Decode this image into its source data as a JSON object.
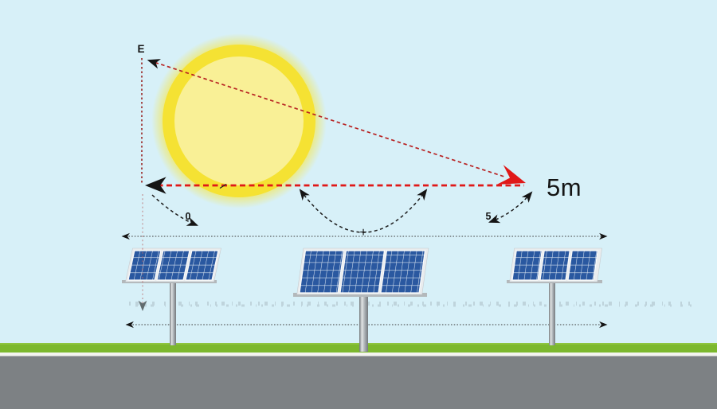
{
  "diagram": {
    "name": "Solar panel row spacing and sun elevation diagram",
    "labels": {
      "elevation_point": "E",
      "left_angle_marker": "0",
      "right_angle_marker": "5",
      "row_spacing_distance": "5m",
      "curve_center_marker": "+"
    },
    "colors": {
      "sky": "#d7f0f8",
      "sun_outer_ring": "#f5e233",
      "sun_inner_core": "#f9f096",
      "red_arrow": "#e01818",
      "red_dashed_line": "#e01818",
      "red_diagonal_line": "#b82222",
      "red_dotted_vertical": "#a03a3a",
      "dimension_line": "#3c3c3c",
      "black": "#151515",
      "grass": "#7cb82e",
      "curb_white": "#f4f4ef",
      "road": "#7d8184",
      "panel_cell_blue": "#2a58a0",
      "panel_grid": "#d9e4f0",
      "panel_frame": "#e9ecee",
      "pole_gray": "#a7adb1"
    }
  }
}
